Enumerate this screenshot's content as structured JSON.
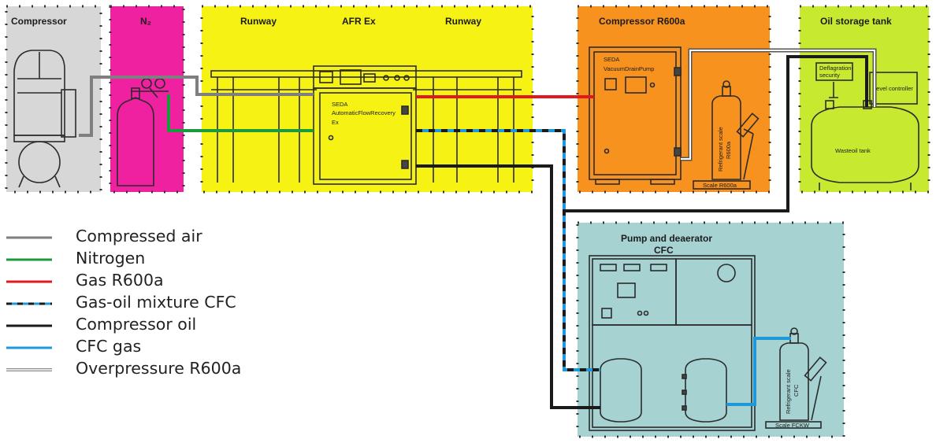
{
  "zones": {
    "compressor": "Compressor",
    "n2": "N₂",
    "runway_left": "Runway",
    "afr": "AFR Ex",
    "runway_right": "Runway",
    "compressor_r600a": "Compressor R600a",
    "oil_storage": "Oil storage tank",
    "pump": "Pump and deaerator",
    "pump_sub": "CFC"
  },
  "labels": {
    "afr_brand": "SEDA",
    "afr_model": "AutomaticFlowRecovery",
    "afr_ex": "Ex",
    "vdp_brand": "SEDA",
    "vdp_model": "VacuumDrainPump",
    "bottle_r600a_1": "Refrigerant scale",
    "bottle_r600a_2": "R600a",
    "scale_r600a": "Scale R600a",
    "defl_1": "Deflagration-",
    "defl_2": "security",
    "level": "Level controller",
    "tank": "Wasteoil tank",
    "bottle_cfc_1": "Refrigerant scale",
    "bottle_cfc_2": "CFC",
    "scale_cfc": "Scale FCKW"
  },
  "legend": [
    {
      "label": "Compressed air",
      "color": "#7f7f7f",
      "style": "solid"
    },
    {
      "label": "Nitrogen",
      "color": "#1a9a3c",
      "style": "solid"
    },
    {
      "label": "Gas R600a",
      "color": "#e0191f",
      "style": "solid"
    },
    {
      "label": "Gas-oil mixture CFC",
      "color": "#1e98d8",
      "style": "dashed-black"
    },
    {
      "label": "Compressor oil",
      "color": "#1a1a1a",
      "style": "solid"
    },
    {
      "label": "CFC gas",
      "color": "#1e98d8",
      "style": "solid"
    },
    {
      "label": "Overpressure R600a",
      "color": "#8a8a8a",
      "style": "double"
    }
  ]
}
